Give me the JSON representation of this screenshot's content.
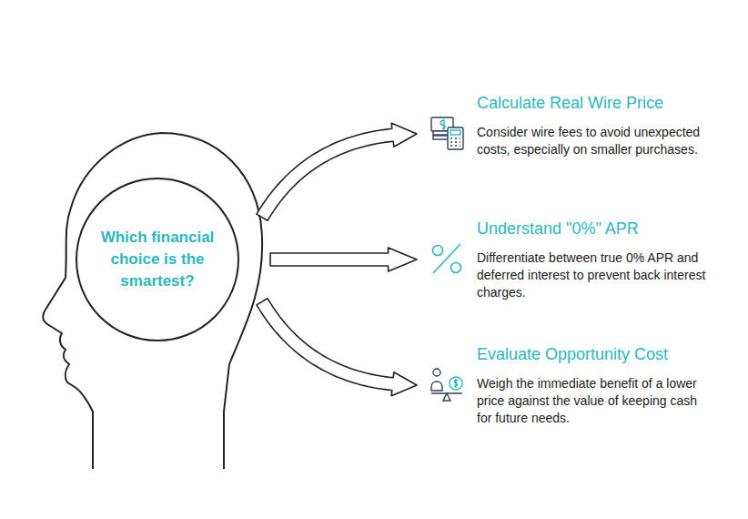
{
  "diagram": {
    "nodes": [
      {
        "text": [
          "Which financial choice is the smartest?"
        ]
      },
      {
        "text": [
          "Calculate Real Wire Price",
          "Consider wire fees to avoid unexpected costs, especially on smaller purchases."
        ]
      },
      {
        "text": [
          "Understand \"0%\" APR",
          "Differentiate between true 0% APR and deferred interest to prevent back interest charges."
        ]
      },
      {
        "text": [
          "Evaluate Opportunity Cost",
          "Weigh the immediate benefit of a lower price against the value of keeping cash for future needs."
        ]
      }
    ],
    "edges": [
      {
        "from": 0,
        "to": 1,
        "arrow": "to"
      },
      {
        "from": 0,
        "to": 2,
        "arrow": "to"
      },
      {
        "from": 0,
        "to": 3,
        "arrow": "to"
      }
    ]
  }
}
